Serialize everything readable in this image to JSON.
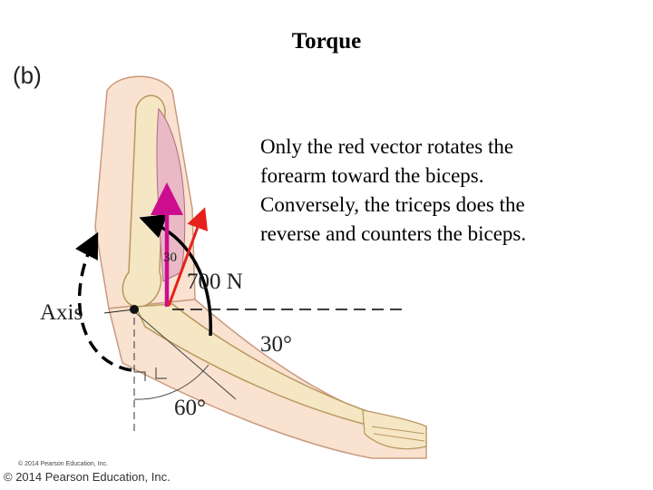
{
  "title": "Torque",
  "figure_label": "(b)",
  "body_lines": [
    "Only the red vector rotates the",
    "forearm toward the biceps.",
    "Conversely, the triceps does the",
    "reverse and counters the biceps."
  ],
  "diagram": {
    "force_label": "700 N",
    "axis_label": "Axis",
    "small_angle_label": "30",
    "angle_30_label": "30°",
    "angle_60_label": "60°",
    "vector_colors": {
      "red": "#e8201c",
      "magenta": "#cc0e8e"
    }
  },
  "copyright_small": "© 2014 Pearson Education, Inc.",
  "copyright": "© 2014 Pearson Education, Inc."
}
